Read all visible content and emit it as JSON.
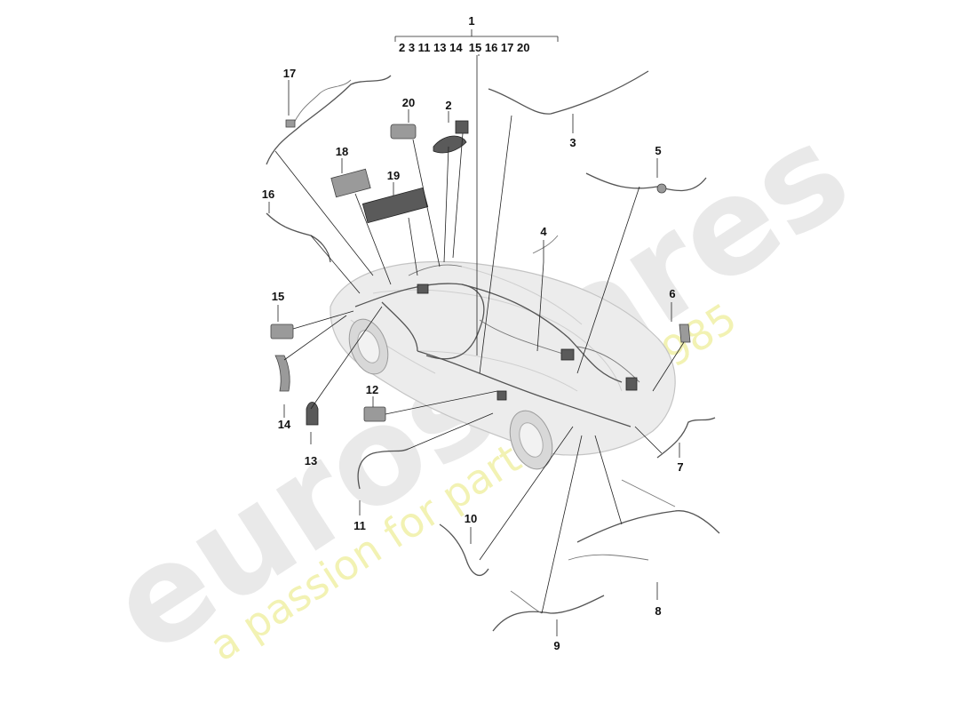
{
  "watermark": {
    "logo": "eurospares",
    "tagline": "a passion for parts since 1985",
    "logo_color": "#e6e6e6",
    "tagline_color": "#eeee9a"
  },
  "header_group": {
    "number": "1",
    "sub_numbers": "2 3 11 13 14  15 16 17 20"
  },
  "callouts": [
    "2",
    "3",
    "4",
    "5",
    "6",
    "7",
    "8",
    "9",
    "10",
    "11",
    "12",
    "13",
    "14",
    "15",
    "16",
    "17",
    "18",
    "19",
    "20"
  ]
}
